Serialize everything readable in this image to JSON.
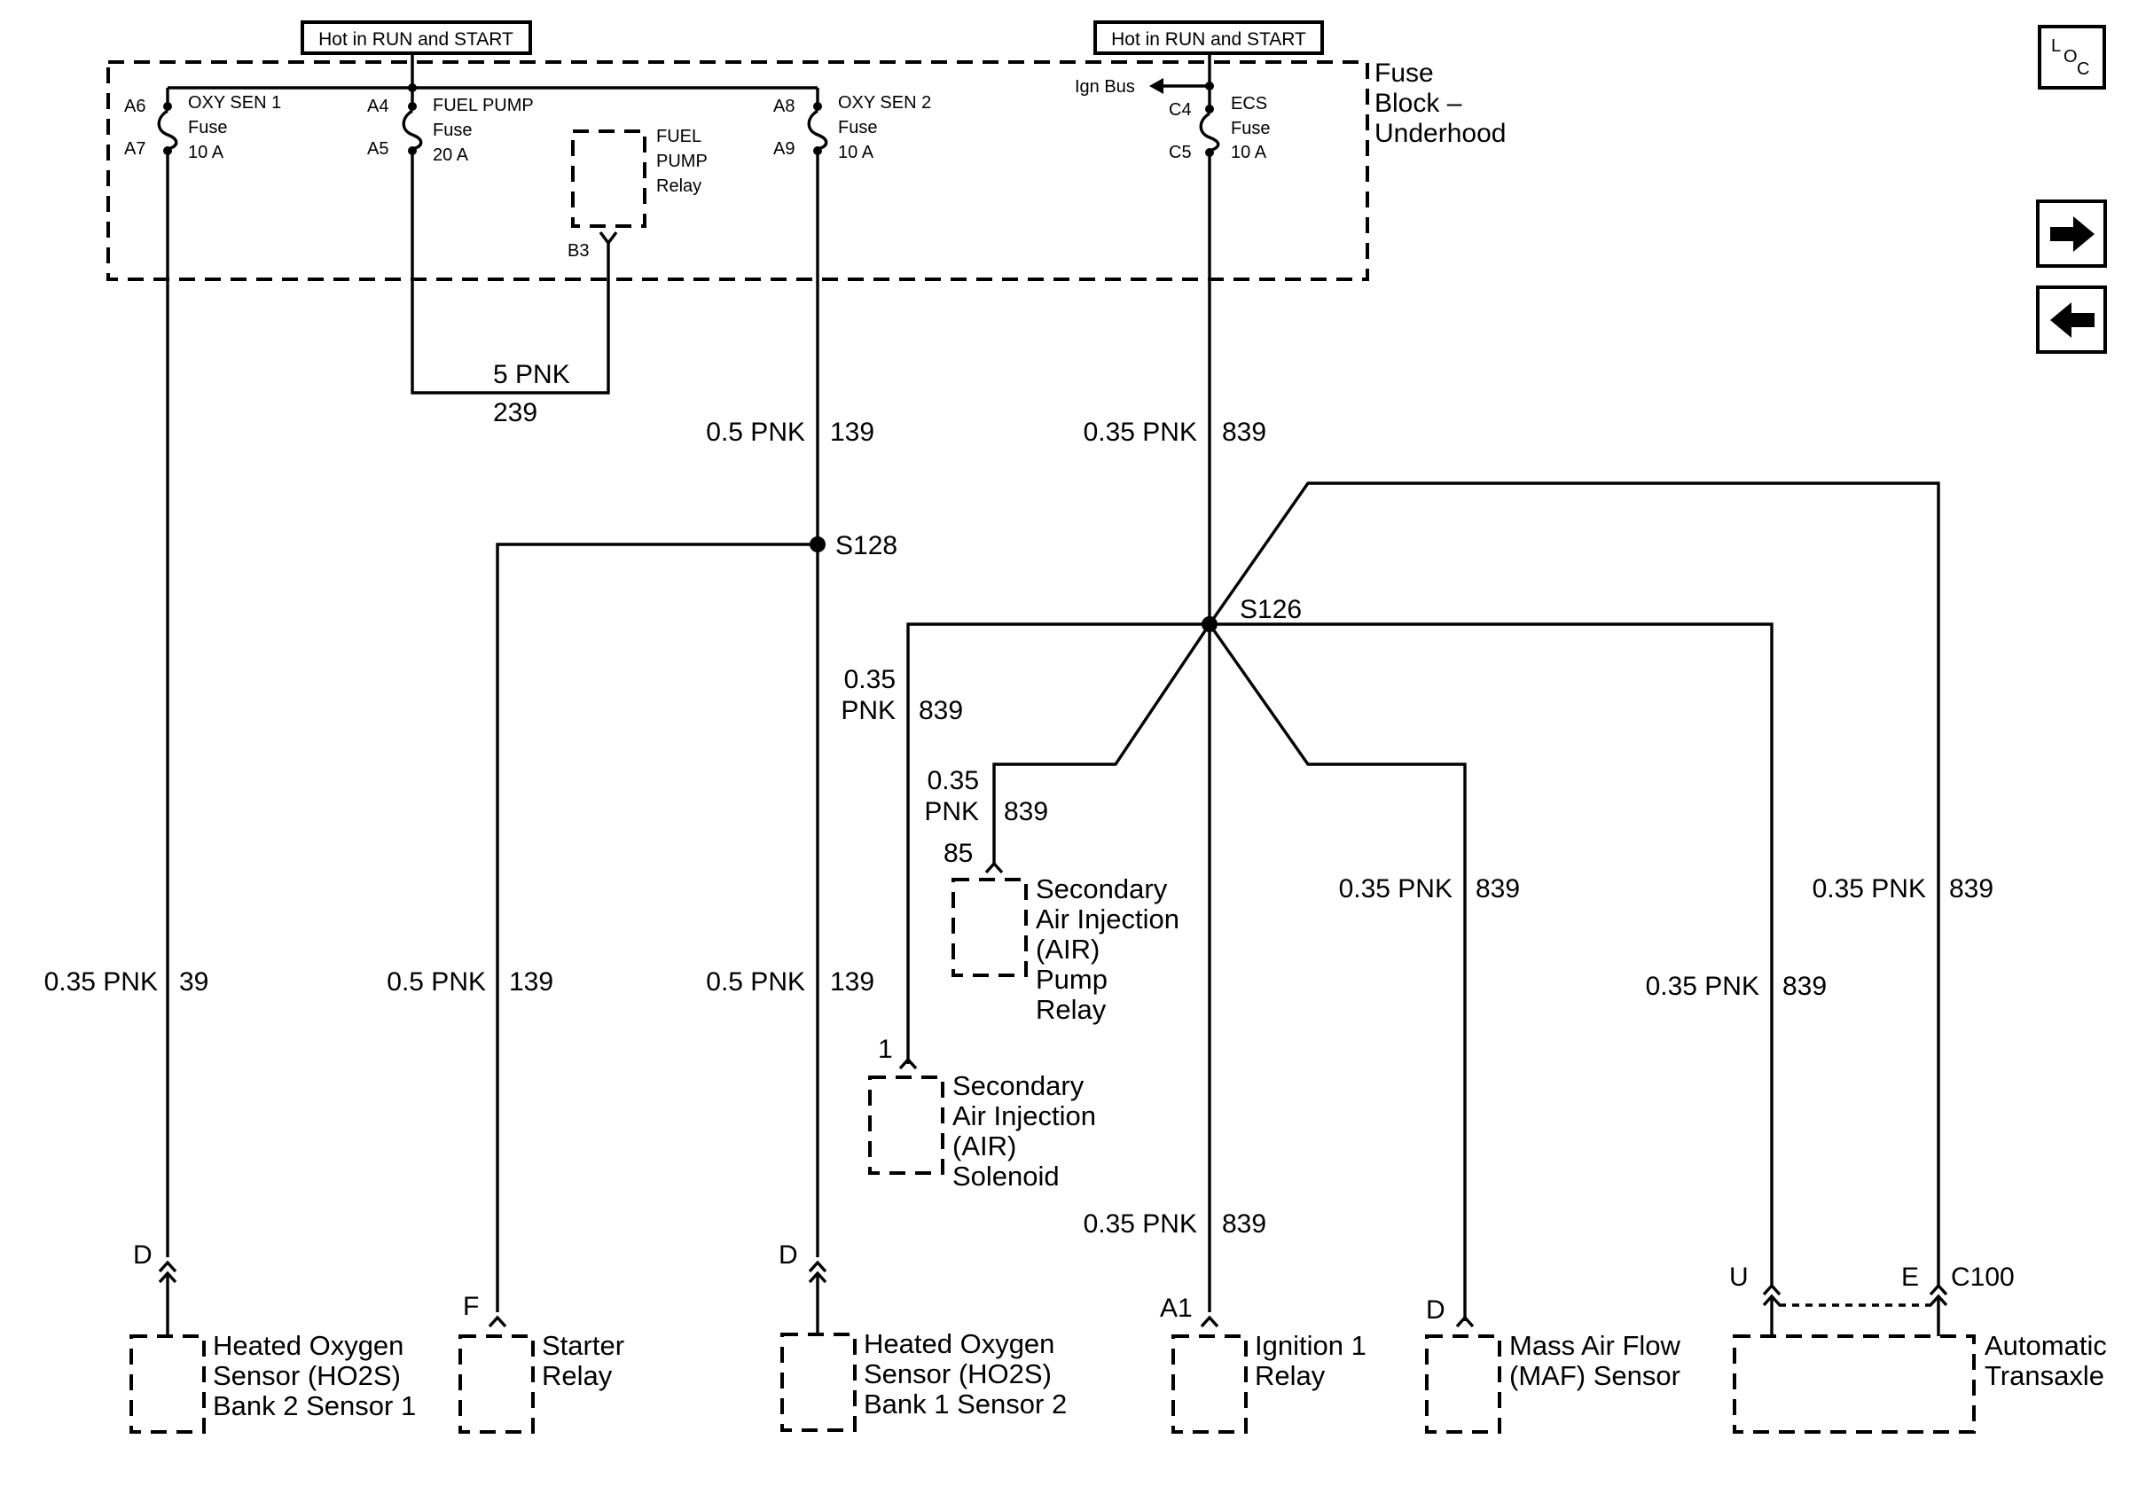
{
  "fuse_block": {
    "hot_label_left": "Hot in RUN and START",
    "hot_label_right": "Hot in RUN and START",
    "title_line1": "Fuse",
    "title_line2": "Block –",
    "title_line3": "Underhood",
    "oxy1": {
      "pin_in": "A6",
      "pin_out": "A7",
      "name": "OXY SEN 1",
      "kind": "Fuse",
      "rating": "10 A"
    },
    "fuelpump": {
      "pin_in": "A4",
      "pin_out": "A5",
      "name": "FUEL PUMP",
      "kind": "Fuse",
      "rating": "20 A"
    },
    "relay": {
      "line1": "FUEL",
      "line2": "PUMP",
      "line3": "Relay",
      "pin": "B3"
    },
    "oxy2": {
      "pin_in": "A8",
      "pin_out": "A9",
      "name": "OXY SEN 2",
      "kind": "Fuse",
      "rating": "10 A"
    },
    "ecs": {
      "pin_in": "C4",
      "pin_out": "C5",
      "name": "ECS",
      "kind": "Fuse",
      "rating": "10 A",
      "bus": "Ign Bus"
    }
  },
  "wires": {
    "relay_loop": {
      "size": "5 PNK",
      "circuit": "239"
    },
    "oxy2_out": {
      "size": "0.5 PNK",
      "circuit": "139"
    },
    "ecs_out": {
      "size": "0.35 PNK",
      "circuit": "839"
    },
    "ho2s_b2s1": {
      "size": "0.35 PNK",
      "circuit": "39"
    },
    "starter": {
      "size": "0.5 PNK",
      "circuit": "139"
    },
    "ho2s_b1s2": {
      "size": "0.5 PNK",
      "circuit": "139"
    },
    "air_solenoid": {
      "size_line1": "0.35",
      "size_line2": "PNK",
      "circuit": "839"
    },
    "air_pump": {
      "size_line1": "0.35",
      "size_line2": "PNK",
      "circuit": "839"
    },
    "ignition": {
      "size": "0.35 PNK",
      "circuit": "839"
    },
    "maf": {
      "size": "0.35 PNK",
      "circuit": "839"
    },
    "trans_u": {
      "size": "0.35 PNK",
      "circuit": "839"
    },
    "trans_e": {
      "size": "0.35 PNK",
      "circuit": "839"
    }
  },
  "splices": {
    "s128": "S128",
    "s126": "S126"
  },
  "components": {
    "ho2s_b2s1": {
      "pin": "D",
      "line1": "Heated Oxygen",
      "line2": "Sensor (HO2S)",
      "line3": "Bank 2 Sensor 1"
    },
    "starter": {
      "pin": "F",
      "line1": "Starter",
      "line2": "Relay"
    },
    "ho2s_b1s2": {
      "pin": "D",
      "line1": "Heated Oxygen",
      "line2": "Sensor (HO2S)",
      "line3": "Bank 1 Sensor 2"
    },
    "air_pump": {
      "pin": "85",
      "line1": "Secondary",
      "line2": "Air Injection",
      "line3": "(AIR)",
      "line4": "Pump",
      "line5": "Relay"
    },
    "air_solenoid": {
      "pin": "1",
      "line1": "Secondary",
      "line2": "Air Injection",
      "line3": "(AIR)",
      "line4": "Solenoid"
    },
    "ignition": {
      "pin": "A1",
      "line1": "Ignition 1",
      "line2": "Relay"
    },
    "maf": {
      "pin": "D",
      "line1": "Mass Air Flow",
      "line2": "(MAF) Sensor"
    },
    "trans": {
      "pin_u": "U",
      "pin_e": "E",
      "connector": "C100",
      "line1": "Automatic",
      "line2": "Transaxle"
    }
  },
  "nav": {
    "loc_l": "L",
    "loc_o": "O",
    "loc_c": "C",
    "loc_icon": "location-view-icon",
    "next_icon": "arrow-right-icon",
    "prev_icon": "arrow-left-icon"
  }
}
